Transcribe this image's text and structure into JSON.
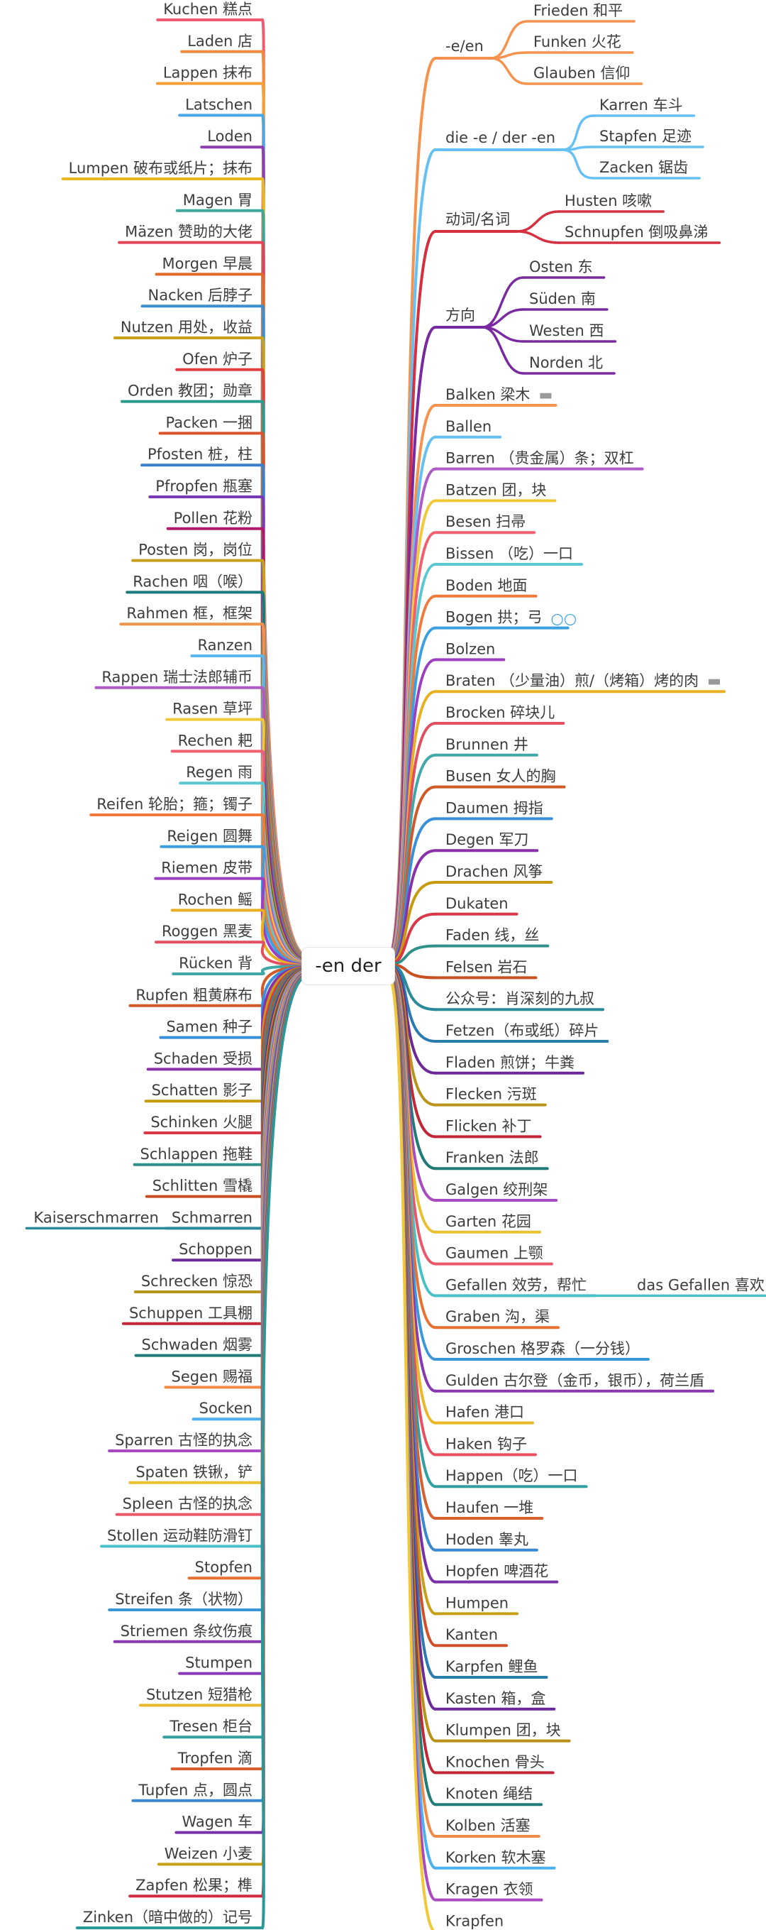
{
  "root": "-en der",
  "left": [
    {
      "label": "Kuchen 糕点",
      "color": "#f05b72"
    },
    {
      "label": "Laden 店",
      "color": "#f28b3c"
    },
    {
      "label": "Lappen 抹布",
      "color": "#f2a03a"
    },
    {
      "label": "Latschen",
      "color": "#4aa8e8"
    },
    {
      "label": "Loden",
      "color": "#8e3fb0"
    },
    {
      "label": "Lumpen 破布或纸片；抹布",
      "color": "#e8b820"
    },
    {
      "label": "Magen 胃",
      "color": "#3aa89a"
    },
    {
      "label": "Mäzen 赞助的大佬",
      "color": "#e0435a"
    },
    {
      "label": "Morgen 早晨",
      "color": "#e06a2a"
    },
    {
      "label": "Nacken 后脖子",
      "color": "#3a8fd0"
    },
    {
      "label": "Nutzen 用处，收益",
      "color": "#c9a21a"
    },
    {
      "label": "Ofen 炉子",
      "color": "#e04040"
    },
    {
      "label": "Orden 教团；勋章",
      "color": "#2a9a8c"
    },
    {
      "label": "Packen 一捆",
      "color": "#d8532a"
    },
    {
      "label": "Pfosten 桩，柱",
      "color": "#3a7fd0"
    },
    {
      "label": "Pfropfen 瓶塞",
      "color": "#7a3ab8"
    },
    {
      "label": "Pollen 花粉",
      "color": "#b01a6a"
    },
    {
      "label": "Posten 岗，岗位",
      "color": "#c8a01a"
    },
    {
      "label": "Rachen 咽（喉）",
      "color": "#1a7a7a"
    },
    {
      "label": "Rahmen 框，框架",
      "color": "#f0924a"
    },
    {
      "label": "Ranzen",
      "color": "#5ab8f0"
    },
    {
      "label": "Rappen 瑞士法郎辅币",
      "color": "#b05ac8"
    },
    {
      "label": "Rasen 草坪",
      "color": "#f0c838"
    },
    {
      "label": "Rechen 耙",
      "color": "#f06070"
    },
    {
      "label": "Regen 雨",
      "color": "#5ac8d0"
    },
    {
      "label": "Reifen 轮胎；箍；镯子",
      "color": "#f07a3a"
    },
    {
      "label": "Reigen 圆舞",
      "color": "#3aa0e0"
    },
    {
      "label": "Riemen 皮带",
      "color": "#9a40c0"
    },
    {
      "label": "Rochen 鳐",
      "color": "#e8b020"
    },
    {
      "label": "Roggen 黑麦",
      "color": "#e05060"
    },
    {
      "label": "Rücken 背",
      "color": "#40a8a8"
    },
    {
      "label": "Rupfen 粗黄麻布",
      "color": "#d05a28"
    },
    {
      "label": "Samen 种子",
      "color": "#3a90d8"
    },
    {
      "label": "Schaden 受损",
      "color": "#8a30a8"
    },
    {
      "label": "Schatten 影子",
      "color": "#c89a10"
    },
    {
      "label": "Schinken 火腿",
      "color": "#d83848"
    },
    {
      "label": "Schlappen 拖鞋",
      "color": "#30908a"
    },
    {
      "label": "Schlitten 雪橇",
      "color": "#c85020"
    },
    {
      "label": "Schmarren",
      "color": "#2a8a9a"
    },
    {
      "label": "Schoppen",
      "color": "#6a2a98"
    },
    {
      "label": "Schrecken 惊恐",
      "color": "#b8941a"
    },
    {
      "label": "Schuppen 工具棚",
      "color": "#c02838"
    },
    {
      "label": "Schwaden 烟雾",
      "color": "#207a78"
    },
    {
      "label": "Segen 赐福",
      "color": "#f08a48"
    },
    {
      "label": "Socken",
      "color": "#4ab0f0"
    },
    {
      "label": "Sparren 古怪的执念",
      "color": "#a84ac0"
    },
    {
      "label": "Spaten 铁锹，铲",
      "color": "#e8c030"
    },
    {
      "label": "Spleen 古怪的执念",
      "color": "#e85868"
    },
    {
      "label": "Stollen 运动鞋防滑钉",
      "color": "#48c0c8"
    },
    {
      "label": "Stopfen",
      "color": "#e87030"
    },
    {
      "label": "Streifen 条（状物）",
      "color": "#3a98d8"
    },
    {
      "label": "Striemen 条纹伤痕",
      "color": "#8838b0"
    },
    {
      "label": "Stumpen",
      "color": "#8a38b8"
    },
    {
      "label": "Stutzen 短猎枪",
      "color": "#e8b828"
    },
    {
      "label": "Tresen 柜台",
      "color": "#30a0a0"
    },
    {
      "label": "Tropfen 滴",
      "color": "#d86030"
    },
    {
      "label": "Tupfen 点，圆点",
      "color": "#3a88d0"
    },
    {
      "label": "Wagen 车",
      "color": "#7a30a8"
    },
    {
      "label": "Weizen 小麦",
      "color": "#c8a018"
    },
    {
      "label": "Zapfen 松果；榫",
      "color": "#d02c40"
    },
    {
      "label": "Zinken（暗中做的）记号",
      "color": "#2a9898"
    }
  ],
  "left_extra": {
    "label": "Kaiserschmarren",
    "parent_index": 38
  },
  "right_groups": [
    {
      "label": "-e/en",
      "color": "#f5924e",
      "children": [
        "Frieden 和平",
        "Funken 火花",
        "Glauben 信仰"
      ]
    },
    {
      "label": "die -e / der -en",
      "color": "#66c0f4",
      "children": [
        "Karren 车斗",
        "Stapfen 足迹",
        "Zacken 锯齿"
      ]
    },
    {
      "label": "动词/名词",
      "color": "#d63040",
      "children": [
        "Husten 咳嗽",
        "Schnupfen 倒吸鼻涕"
      ]
    },
    {
      "label": "方向",
      "color": "#7a2aa0",
      "children": [
        "Osten 东",
        "Süden 南",
        "Westen 西",
        "Norden 北"
      ]
    }
  ],
  "right": [
    {
      "label": "Balken 梁木",
      "color": "#f5924e",
      "note": true
    },
    {
      "label": "Ballen",
      "color": "#66c0f4"
    },
    {
      "label": "Barren （贵金属）条；双杠",
      "color": "#b05ac8"
    },
    {
      "label": "Batzen 团，块",
      "color": "#f0c838"
    },
    {
      "label": "Besen 扫帚",
      "color": "#f06070"
    },
    {
      "label": "Bissen （吃）一口",
      "color": "#5ac8d0"
    },
    {
      "label": "Boden 地面",
      "color": "#f07a3a"
    },
    {
      "label": "Bogen 拱；弓",
      "color": "#3aa0e0",
      "more": true
    },
    {
      "label": "Bolzen",
      "color": "#9a40c0"
    },
    {
      "label": "Braten （少量油）煎/（烤箱）烤的肉",
      "color": "#e8b020",
      "note": true
    },
    {
      "label": "Brocken 碎块儿",
      "color": "#e05060"
    },
    {
      "label": "Brunnen 井",
      "color": "#40a8a8"
    },
    {
      "label": "Busen 女人的胸",
      "color": "#d05a28"
    },
    {
      "label": "Daumen 拇指",
      "color": "#3a90d8"
    },
    {
      "label": "Degen 军刀",
      "color": "#8a30a8"
    },
    {
      "label": "Drachen 风筝",
      "color": "#c89a10"
    },
    {
      "label": "Dukaten",
      "color": "#d83848"
    },
    {
      "label": "Faden 线，丝",
      "color": "#30908a"
    },
    {
      "label": "Felsen 岩石",
      "color": "#c85020"
    },
    {
      "label": "公众号：肖深刻的九叔",
      "color": "#2a8a9a"
    },
    {
      "label": "Fetzen（布或纸）碎片",
      "color": "#2a7ab0"
    },
    {
      "label": "Fladen 煎饼；牛粪",
      "color": "#6a2a98"
    },
    {
      "label": "Flecken 污斑",
      "color": "#b8941a"
    },
    {
      "label": "Flicken 补丁",
      "color": "#c02838"
    },
    {
      "label": "Franken 法郎",
      "color": "#207a78"
    },
    {
      "label": "Galgen 绞刑架",
      "color": "#a84ac0"
    },
    {
      "label": "Garten 花园",
      "color": "#e8c030"
    },
    {
      "label": "Gaumen 上颚",
      "color": "#e85868"
    },
    {
      "label": "Gefallen 效劳，帮忙",
      "color": "#48c0c8",
      "extra": "das Gefallen 喜欢"
    },
    {
      "label": "Graben 沟，渠",
      "color": "#e87030"
    },
    {
      "label": "Groschen 格罗森（一分钱）",
      "color": "#3a98d8"
    },
    {
      "label": "Gulden 古尔登（金币，银币），荷兰盾",
      "color": "#8838b0"
    },
    {
      "label": "Hafen 港口",
      "color": "#e8b828"
    },
    {
      "label": "Haken 钩子",
      "color": "#e85060"
    },
    {
      "label": "Happen（吃）一口",
      "color": "#30a0a0"
    },
    {
      "label": "Haufen 一堆",
      "color": "#d86030"
    },
    {
      "label": "Hoden 睾丸",
      "color": "#3a88d0"
    },
    {
      "label": "Hopfen 啤酒花",
      "color": "#7a30a8"
    },
    {
      "label": "Humpen",
      "color": "#c8a018"
    },
    {
      "label": "Kanten",
      "color": "#d05028"
    },
    {
      "label": "Karpfen 鲤鱼",
      "color": "#2a7ab0"
    },
    {
      "label": "Kasten 箱，盒",
      "color": "#6a2a98"
    },
    {
      "label": "Klumpen 团，块",
      "color": "#b89018"
    },
    {
      "label": "Knochen 骨头",
      "color": "#c02838"
    },
    {
      "label": "Knoten 绳结",
      "color": "#207a78"
    },
    {
      "label": "Kolben 活塞",
      "color": "#f08a48"
    },
    {
      "label": "Korken 软木塞",
      "color": "#4ab0f0"
    },
    {
      "label": "Kragen 衣领",
      "color": "#a84ac0"
    },
    {
      "label": "Krapfen",
      "color": "#f0c838"
    }
  ]
}
